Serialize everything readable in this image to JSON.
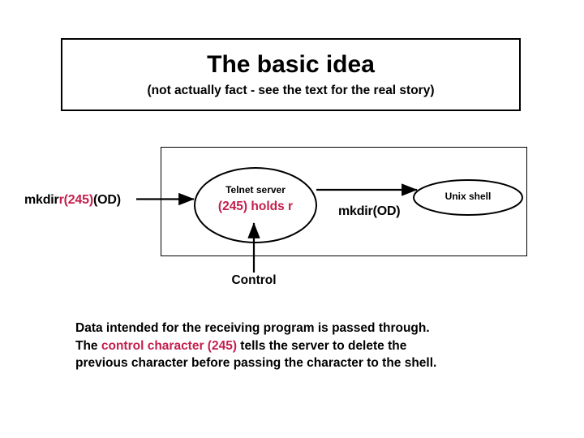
{
  "slide": {
    "title": "The basic idea",
    "subtitle": "(not actually fact - see the text for the real story)"
  },
  "diagram": {
    "input_label": {
      "prefix": "mkdir",
      "highlight": "r(245)",
      "suffix": "(OD)"
    },
    "telnet_node": {
      "title": "Telnet server",
      "state": "(245) holds r"
    },
    "middle_arrow_label": "mkdir(OD)",
    "shell_node": {
      "title": "Unix shell"
    },
    "control_label": "Control"
  },
  "caption": {
    "line1": "Data intended for the receiving program is passed through.",
    "line2_prefix": "The ",
    "line2_highlight": "control character (245)",
    "line2_suffix": " tells the server to delete the",
    "line3": "previous character before passing the character to the shell."
  },
  "colors": {
    "highlight": "#C41E4C",
    "stroke": "#000000",
    "background": "#FFFFFF"
  }
}
